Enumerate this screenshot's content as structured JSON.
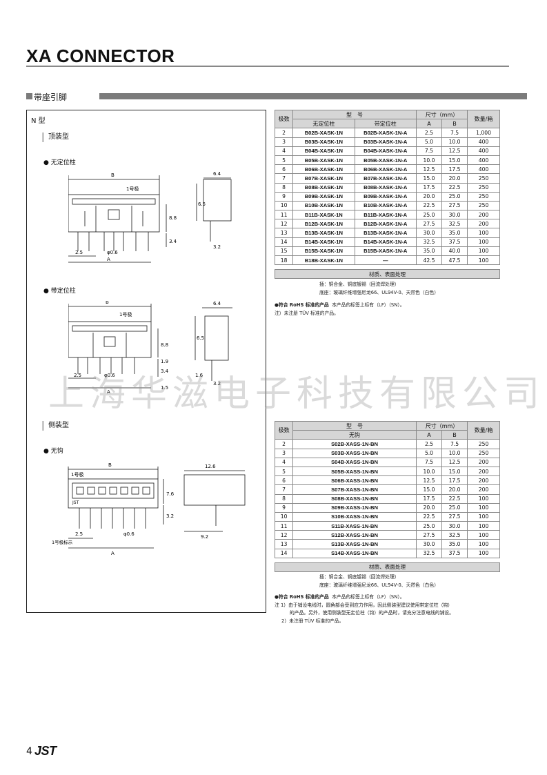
{
  "header": {
    "title": "XA CONNECTOR"
  },
  "section": {
    "label": "带座引脚"
  },
  "left": {
    "n_type": "N 型",
    "top_type": "顶装型",
    "no_post": "无定位柱",
    "with_post": "带定位柱",
    "side_type": "侧装型",
    "no_hook": "无钩",
    "dims1": {
      "B": "B",
      "pin1": "1号极",
      "w": "6.4",
      "h1": "8.8",
      "h2": "6.5",
      "h3": "3.4",
      "p": "2.5",
      "d": "φ0.6",
      "A": "A",
      "e": "3.2"
    },
    "dims2": {
      "B": "B",
      "pin1": "1号极",
      "w": "6.4",
      "h1": "8.8",
      "h2": "6.5",
      "h3": "3.4",
      "h4": "1.9",
      "p": "2.5",
      "d": "φ0.6",
      "A": "A",
      "e1": "1.6",
      "e2": "3.2",
      "e3": "1.5"
    },
    "dims3": {
      "B": "B",
      "pin1": "1号极",
      "w": "12.6",
      "h1": "7.6",
      "h2": "3.2",
      "p": "2.5",
      "d": "φ0.6",
      "A": "A",
      "e": "9.2",
      "mark": "1号极标示",
      "brand": "JST"
    }
  },
  "table1": {
    "headers": {
      "poles": "极数",
      "model": "型　号",
      "size": "尺寸（mm）",
      "qty": "数量/箱",
      "no_post": "无定位柱",
      "with_post": "带定位柱",
      "a": "A",
      "b": "B"
    },
    "rows": [
      [
        "2",
        "B02B-XASK-1N",
        "B02B-XASK-1N-A",
        "2.5",
        "7.5",
        "1,000"
      ],
      [
        "3",
        "B03B-XASK-1N",
        "B03B-XASK-1N-A",
        "5.0",
        "10.0",
        "400"
      ],
      [
        "4",
        "B04B-XASK-1N",
        "B04B-XASK-1N-A",
        "7.5",
        "12.5",
        "400"
      ],
      [
        "5",
        "B05B-XASK-1N",
        "B05B-XASK-1N-A",
        "10.0",
        "15.0",
        "400"
      ],
      [
        "6",
        "B06B-XASK-1N",
        "B06B-XASK-1N-A",
        "12.5",
        "17.5",
        "400"
      ],
      [
        "7",
        "B07B-XASK-1N",
        "B07B-XASK-1N-A",
        "15.0",
        "20.0",
        "250"
      ],
      [
        "8",
        "B08B-XASK-1N",
        "B08B-XASK-1N-A",
        "17.5",
        "22.5",
        "250"
      ],
      [
        "9",
        "B09B-XASK-1N",
        "B09B-XASK-1N-A",
        "20.0",
        "25.0",
        "250"
      ],
      [
        "10",
        "B10B-XASK-1N",
        "B10B-XASK-1N-A",
        "22.5",
        "27.5",
        "250"
      ],
      [
        "11",
        "B11B-XASK-1N",
        "B11B-XASK-1N-A",
        "25.0",
        "30.0",
        "200"
      ],
      [
        "12",
        "B12B-XASK-1N",
        "B12B-XASK-1N-A",
        "27.5",
        "32.5",
        "200"
      ],
      [
        "13",
        "B13B-XASK-1N",
        "B13B-XASK-1N-A",
        "30.0",
        "35.0",
        "100"
      ],
      [
        "14",
        "B14B-XASK-1N",
        "B14B-XASK-1N-A",
        "32.5",
        "37.5",
        "100"
      ],
      [
        "15",
        "B15B-XASK-1N",
        "B15B-XASK-1N-A",
        "35.0",
        "40.0",
        "100"
      ],
      [
        "18",
        "B18B-XASK-1N",
        "—",
        "42.5",
        "47.5",
        "100"
      ]
    ],
    "material_head": "材质、表面处理",
    "material_1": "插：铜合金、铜底镀锡（回流焊处理）",
    "material_2": "底座：玻璃纤维增强尼龙66、UL94V-0、天然色（白色）",
    "rohs_label": "●符合 RoHS 标准的产品",
    "rohs_text": "本产品的标签上标有（LF）（SN）。",
    "note": "注）未注册 TÜV 标准的产品。"
  },
  "table2": {
    "headers": {
      "poles": "极数",
      "model": "型　号",
      "size": "尺寸（mm）",
      "qty": "数量/箱",
      "no_hook": "无钩",
      "a": "A",
      "b": "B"
    },
    "rows": [
      [
        "2",
        "S02B-XASS-1N-BN",
        "2.5",
        "7.5",
        "250"
      ],
      [
        "3",
        "S03B-XASS-1N-BN",
        "5.0",
        "10.0",
        "250"
      ],
      [
        "4",
        "S04B-XASS-1N-BN",
        "7.5",
        "12.5",
        "200"
      ],
      [
        "5",
        "S05B-XASS-1N-BN",
        "10.0",
        "15.0",
        "200"
      ],
      [
        "6",
        "S06B-XASS-1N-BN",
        "12.5",
        "17.5",
        "200"
      ],
      [
        "7",
        "S07B-XASS-1N-BN",
        "15.0",
        "20.0",
        "200"
      ],
      [
        "8",
        "S08B-XASS-1N-BN",
        "17.5",
        "22.5",
        "100"
      ],
      [
        "9",
        "S09B-XASS-1N-BN",
        "20.0",
        "25.0",
        "100"
      ],
      [
        "10",
        "S10B-XASS-1N-BN",
        "22.5",
        "27.5",
        "100"
      ],
      [
        "11",
        "S11B-XASS-1N-BN",
        "25.0",
        "30.0",
        "100"
      ],
      [
        "12",
        "S12B-XASS-1N-BN",
        "27.5",
        "32.5",
        "100"
      ],
      [
        "13",
        "S13B-XASS-1N-BN",
        "30.0",
        "35.0",
        "100"
      ],
      [
        "14",
        "S14B-XASS-1N-BN",
        "32.5",
        "37.5",
        "100"
      ]
    ],
    "material_head": "材质、表面处理",
    "material_1": "插：铜合金、铜底镀锡（回流焊处理）",
    "material_2": "底座：玻璃纤维增强尼龙66、UL94V-0、天然色（白色）",
    "rohs_label": "●符合 RoHS 标准的产品",
    "rohs_text": "本产品的标签上标有（LF）（SN）。",
    "note1a": "注 1）由于铺设电线时，圆角部会受到应力作用，因此侧装型建议使用带定位柱（钩）",
    "note1b": "的产品。另外，使用侧装型无定位柱（钩）的产品时，请充分注意电线的铺设。",
    "note2": "2）未注册 TÜV 标准的产品。"
  },
  "watermark": "上海华滋电子科技有限公司",
  "footer": {
    "page": "4",
    "logo": "JST"
  }
}
